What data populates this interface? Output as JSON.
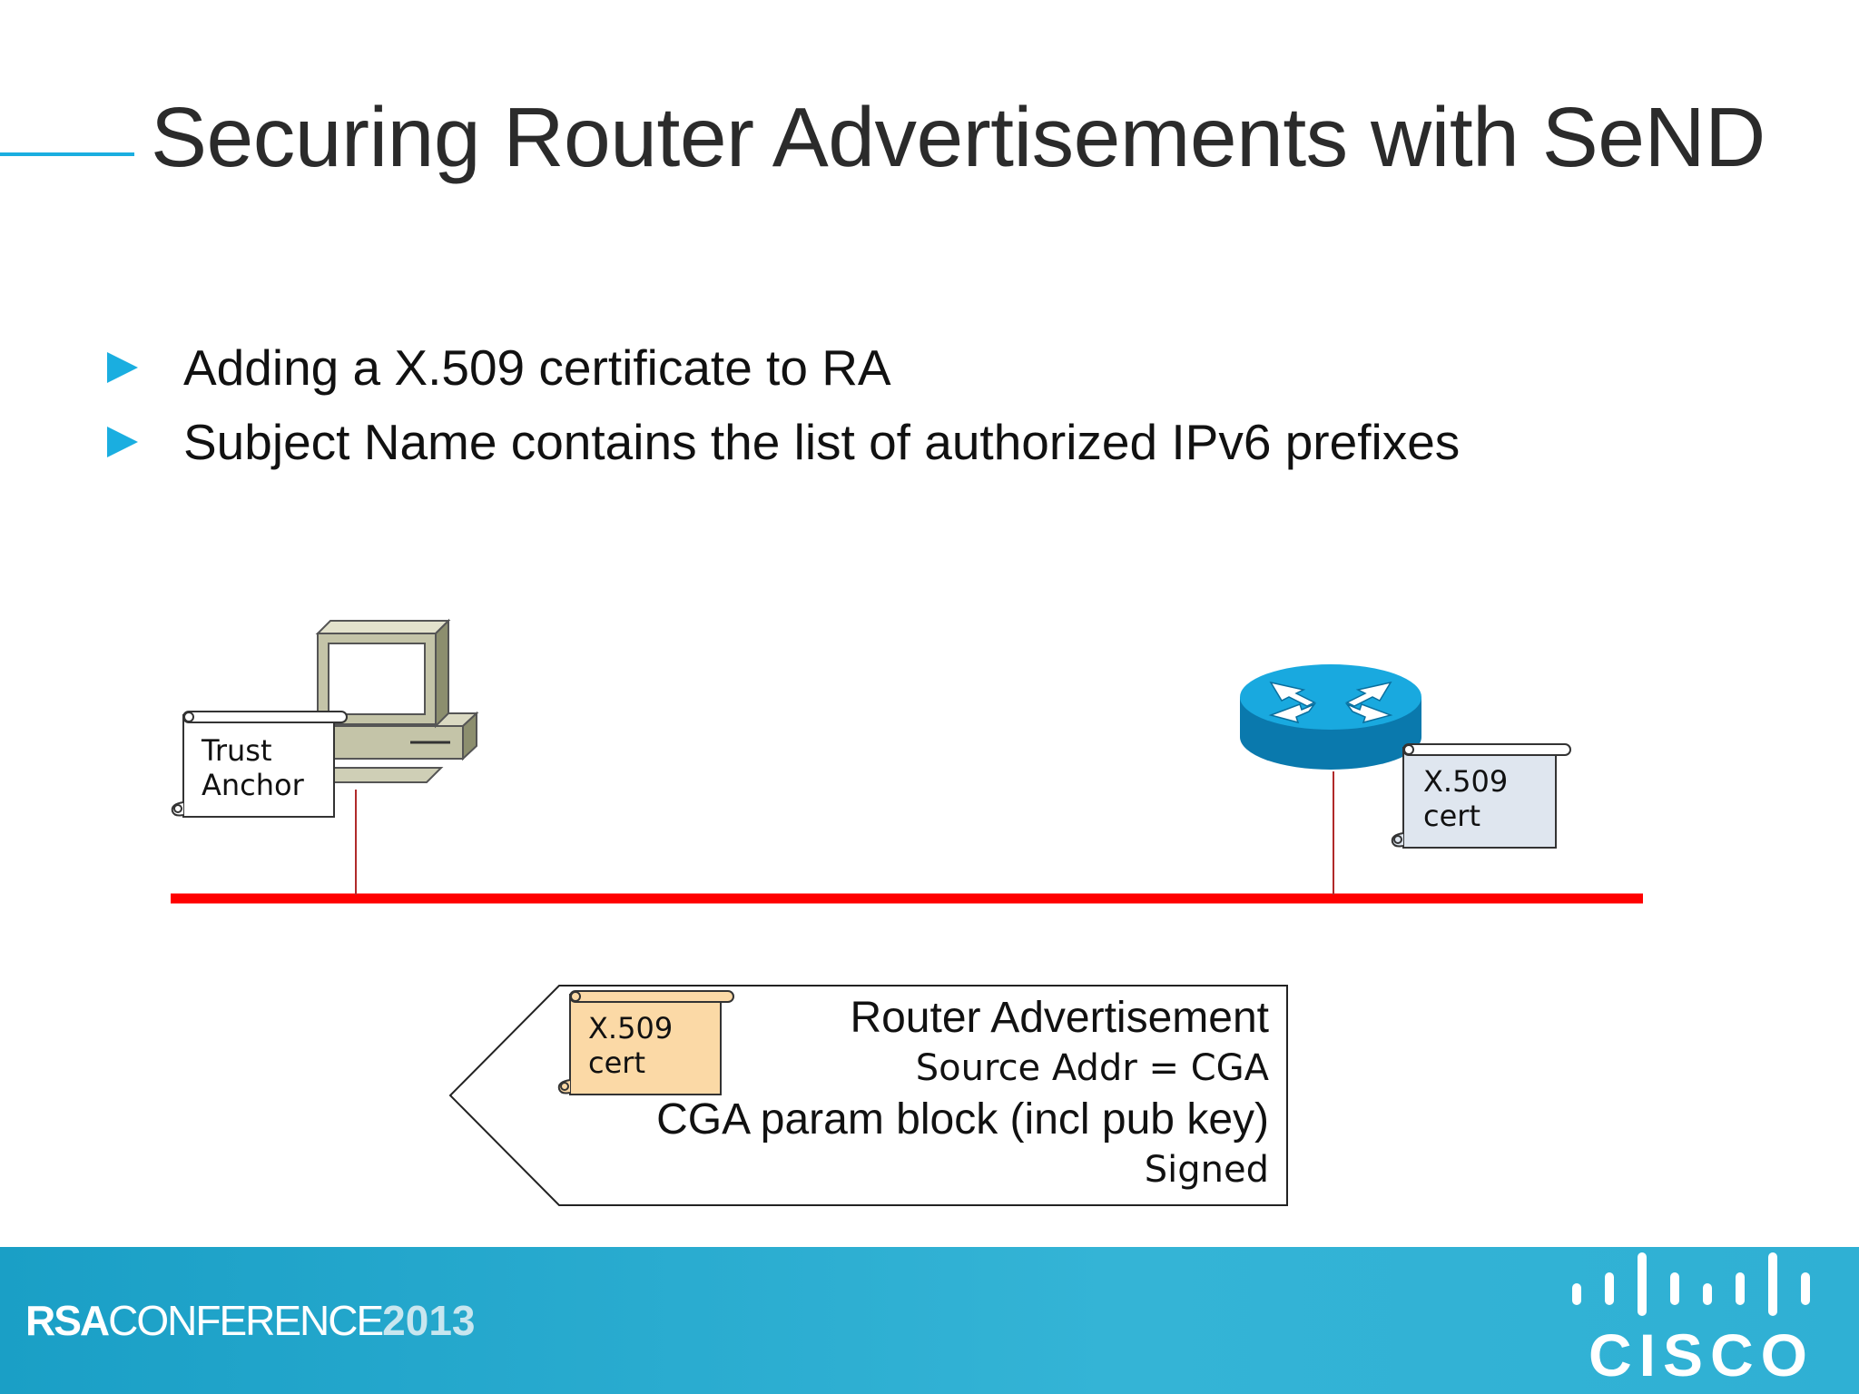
{
  "slide": {
    "title": "Securing Router Advertisements with SeND",
    "bullets": [
      "Adding a X.509 certificate to RA",
      "Subject Name contains the list of authorized IPv6 prefixes"
    ]
  },
  "diagram": {
    "host_cert": {
      "line1": "Trust",
      "line2": "Anchor"
    },
    "router_cert": {
      "line1": "X.509",
      "line2": "cert"
    },
    "ra_message": {
      "cert": {
        "line1": "X.509",
        "line2": "cert"
      },
      "title": "Router Advertisement",
      "source": "Source Addr = CGA",
      "param": "CGA param block (incl pub key)",
      "signed": "Signed"
    }
  },
  "footer": {
    "rsa_bold": "RSA",
    "rsa_conf": "CONFERENCE",
    "rsa_year": "2013",
    "cisco": "CISCO"
  },
  "colors": {
    "accent": "#1aaee0",
    "network": "#ff0000",
    "router": "#0a86bd",
    "cert_highlight": "#fbd9a6",
    "cert_router": "#dfe6ef",
    "footer": "#2fb0d4"
  }
}
